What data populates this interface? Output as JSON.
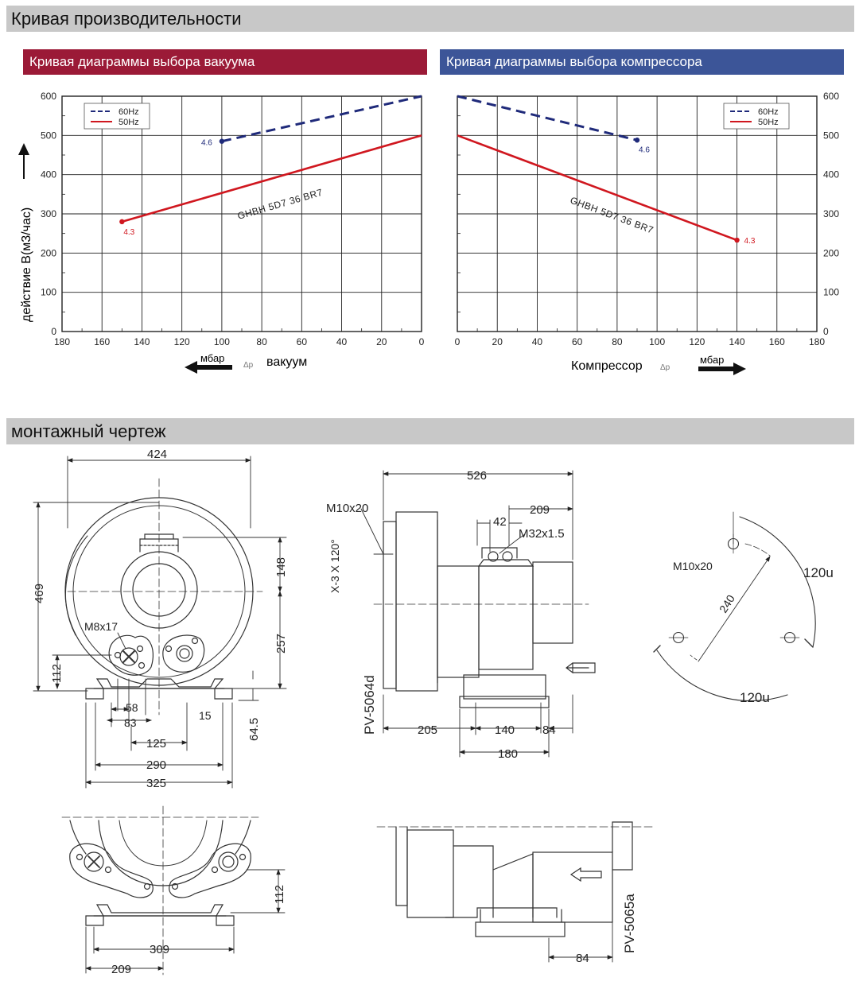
{
  "section_performance": "Кривая производительности",
  "section_mounting": "монтажный чертеж",
  "chart_data": [
    {
      "type": "line",
      "title": "Кривая диаграммы выбора вакуума",
      "ylabel": "действие  В(м3/час)",
      "xlabel": "вакуум",
      "x_unit": "мбар",
      "x_symbol": "Δp",
      "xlim": [
        180,
        0
      ],
      "ylim": [
        0,
        600
      ],
      "x_ticks": [
        180,
        160,
        140,
        120,
        100,
        80,
        60,
        40,
        20,
        0
      ],
      "y_ticks": [
        0,
        100,
        200,
        300,
        400,
        500,
        600
      ],
      "model_label": "GHBH 5D7 36 BR7",
      "legend_position": "top-left",
      "series": [
        {
          "name": "60Hz",
          "style": "dashed",
          "color": "#1f2a7a",
          "x": [
            100,
            0
          ],
          "y": [
            485,
            600
          ],
          "end_label": "4.6"
        },
        {
          "name": "50Hz",
          "style": "solid",
          "color": "#d0171f",
          "x": [
            150,
            0
          ],
          "y": [
            280,
            500
          ],
          "end_label": "4.3"
        }
      ]
    },
    {
      "type": "line",
      "title": "Кривая диаграммы выбора компрессора",
      "xlabel": "Компрессор",
      "x_unit": "мбар",
      "x_symbol": "Δp",
      "xlim": [
        0,
        180
      ],
      "ylim": [
        0,
        600
      ],
      "x_ticks": [
        0,
        20,
        40,
        60,
        80,
        100,
        120,
        140,
        160,
        180
      ],
      "y_ticks": [
        0,
        100,
        200,
        300,
        400,
        500,
        600
      ],
      "model_label": "GHBH 5D7 36 BR7",
      "legend_position": "top-right",
      "series": [
        {
          "name": "60Hz",
          "style": "dashed",
          "color": "#1f2a7a",
          "x": [
            0,
            90
          ],
          "y": [
            600,
            488
          ],
          "end_label": "4.6"
        },
        {
          "name": "50Hz",
          "style": "solid",
          "color": "#d0171f",
          "x": [
            0,
            140
          ],
          "y": [
            500,
            233
          ],
          "end_label": "4.3"
        }
      ]
    }
  ],
  "drawing": {
    "front": {
      "d424": "424",
      "d469": "469",
      "d148": "148",
      "d257": "257",
      "d112": "112",
      "m8": "M8x17",
      "d58": "58",
      "d83": "83",
      "d15": "15",
      "d125": "125",
      "d290": "290",
      "d325": "325",
      "d64": "64.5"
    },
    "side": {
      "d526": "526",
      "m10": "M10x20",
      "d209": "209",
      "d42": "42",
      "m32": "M32x1.5",
      "x3": "X-3 X 120°",
      "pv": "PV-5064d",
      "d205": "205",
      "d140": "140",
      "d84": "84",
      "d180": "180"
    },
    "flange": {
      "m10": "M10x20",
      "d240": "240",
      "a1": "120u",
      "a2": "120u"
    },
    "bottom_front": {
      "d112": "112",
      "d309": "309",
      "d209": "209"
    },
    "bottom_side": {
      "pv": "PV-5065a",
      "d84": "84"
    }
  }
}
